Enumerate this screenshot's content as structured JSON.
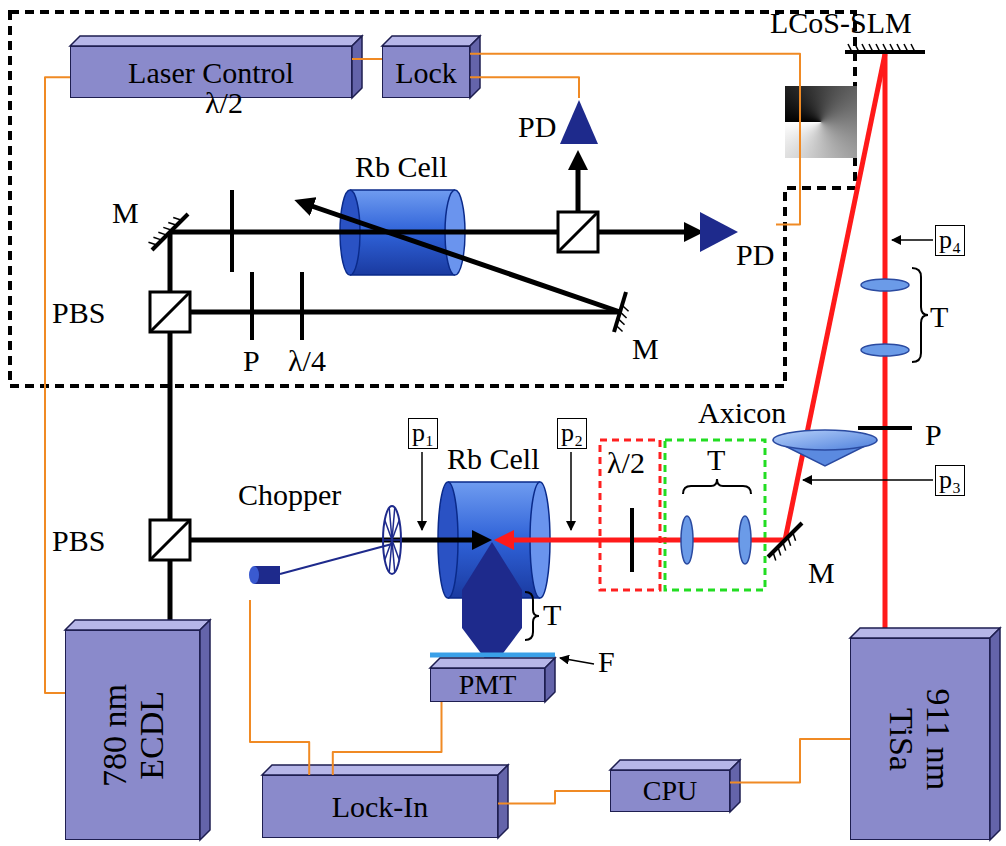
{
  "diagram": {
    "nodes": [
      {
        "text": [
          "Laser Control"
        ]
      },
      {
        "text": [
          "Lock"
        ]
      },
      {
        "text": [
          "PD"
        ]
      },
      {
        "text": [
          "PD"
        ]
      },
      {
        "text": [
          "780 nm ECDL"
        ]
      },
      {
        "text": [
          "Chopper"
        ]
      },
      {
        "text": [
          "PMT"
        ]
      },
      {
        "text": [
          "Lock-In"
        ]
      },
      {
        "text": [
          "CPU"
        ]
      },
      {
        "text": [
          "911 nm TiSa"
        ]
      }
    ],
    "edges": [
      {
        "from": 0,
        "to": 1,
        "arrow": "none"
      },
      {
        "from": 1,
        "to": 2,
        "arrow": "none"
      },
      {
        "from": 1,
        "to": 3,
        "arrow": "none"
      },
      {
        "from": 0,
        "to": 4,
        "arrow": "none"
      },
      {
        "from": 5,
        "to": 7,
        "arrow": "none"
      },
      {
        "from": 6,
        "to": 7,
        "arrow": "none"
      },
      {
        "from": 7,
        "to": 8,
        "arrow": "none"
      },
      {
        "from": 8,
        "to": 9,
        "arrow": "none"
      }
    ],
    "labels": [
      "LCoS-SLM",
      "λ/2",
      "Rb Cell",
      "M",
      "PBS",
      "M",
      "P",
      "λ/4",
      "p₁",
      "p₂",
      "Rb Cell",
      "λ/2",
      "T",
      "Axicon",
      "T",
      "P",
      "p₄",
      "p₃",
      "PBS",
      "M",
      "T",
      "F"
    ]
  }
}
